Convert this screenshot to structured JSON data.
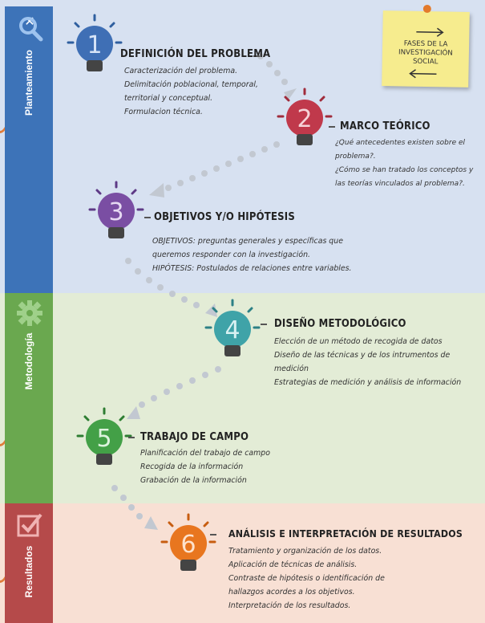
{
  "sections": [
    {
      "label": "Planteamiento",
      "icon": "search-icon",
      "color": "#3d73b8"
    },
    {
      "label": "Metodología",
      "icon": "gear-icon",
      "color": "#6aa84f"
    },
    {
      "label": "Resultados",
      "icon": "checkbox-icon",
      "color": "#b54a4a"
    }
  ],
  "note": {
    "lines": [
      "FASES DE LA",
      "INVESTIGACIÓN",
      "SOCIAL"
    ]
  },
  "steps": [
    {
      "number": "1",
      "color": "#3f6fb5",
      "title": "DEFINICIÓN DEL PROBLEMA",
      "lines": [
        "Caracterización del problema.",
        "Delimitación poblacional, temporal,",
        "territorial y conceptual.",
        "Formulacion técnica."
      ]
    },
    {
      "number": "2",
      "color": "#c0394b",
      "title": "MARCO TEÓRICO",
      "lines": [
        "¿Qué antecedentes existen sobre el",
        "problema?.",
        "¿Cómo se han tratado los conceptos y",
        "las teorías vinculados al problema?."
      ]
    },
    {
      "number": "3",
      "color": "#7a4ea3",
      "title": "OBJETIVOS Y/O HIPÓTESIS",
      "lines": [
        "OBJETIVOS: preguntas generales y específicas que",
        "queremos responder con la investigación.",
        "HIPÓTESIS: Postulados de relaciones entre variables."
      ]
    },
    {
      "number": "4",
      "color": "#3fa3a8",
      "title": "DISEÑO METODOLÓGICO",
      "lines": [
        "Elección de un método de recogida de datos",
        "Diseño de las técnicas y de los intrumentos de",
        "medición",
        "Estrategias de medición y análisis de información"
      ]
    },
    {
      "number": "5",
      "color": "#43a047",
      "title": "TRABAJO DE CAMPO",
      "lines": [
        "Planificación del trabajo de campo",
        "Recogida de la información",
        "Grabación de la información"
      ]
    },
    {
      "number": "6",
      "color": "#e8761f",
      "title": "ANÁLISIS E INTERPRETACIÓN DE RESULTADOS",
      "lines": [
        "Tratamiento y organización de los datos.",
        "Aplicación de técnicas de análisis.",
        "Contraste de hipótesis o identificación de",
        "hallazgos acordes a los objetivos.",
        "Interpretación de los resultados."
      ]
    }
  ]
}
